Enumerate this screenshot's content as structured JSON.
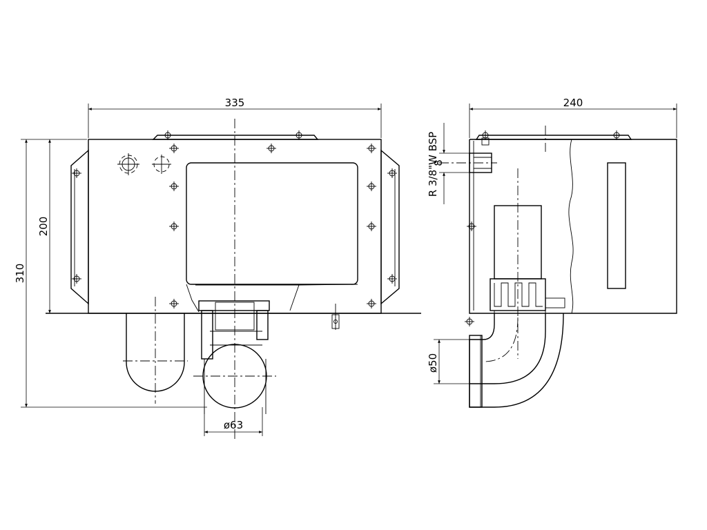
{
  "dimensions": {
    "width": "335",
    "height_total": "310",
    "height_body": "200",
    "outlet_diameter": "ø63",
    "side_depth": "240",
    "side_outlet_diameter": "ø50",
    "thread_size": "8",
    "thread_spec": "R 3/8\"W BSP"
  }
}
